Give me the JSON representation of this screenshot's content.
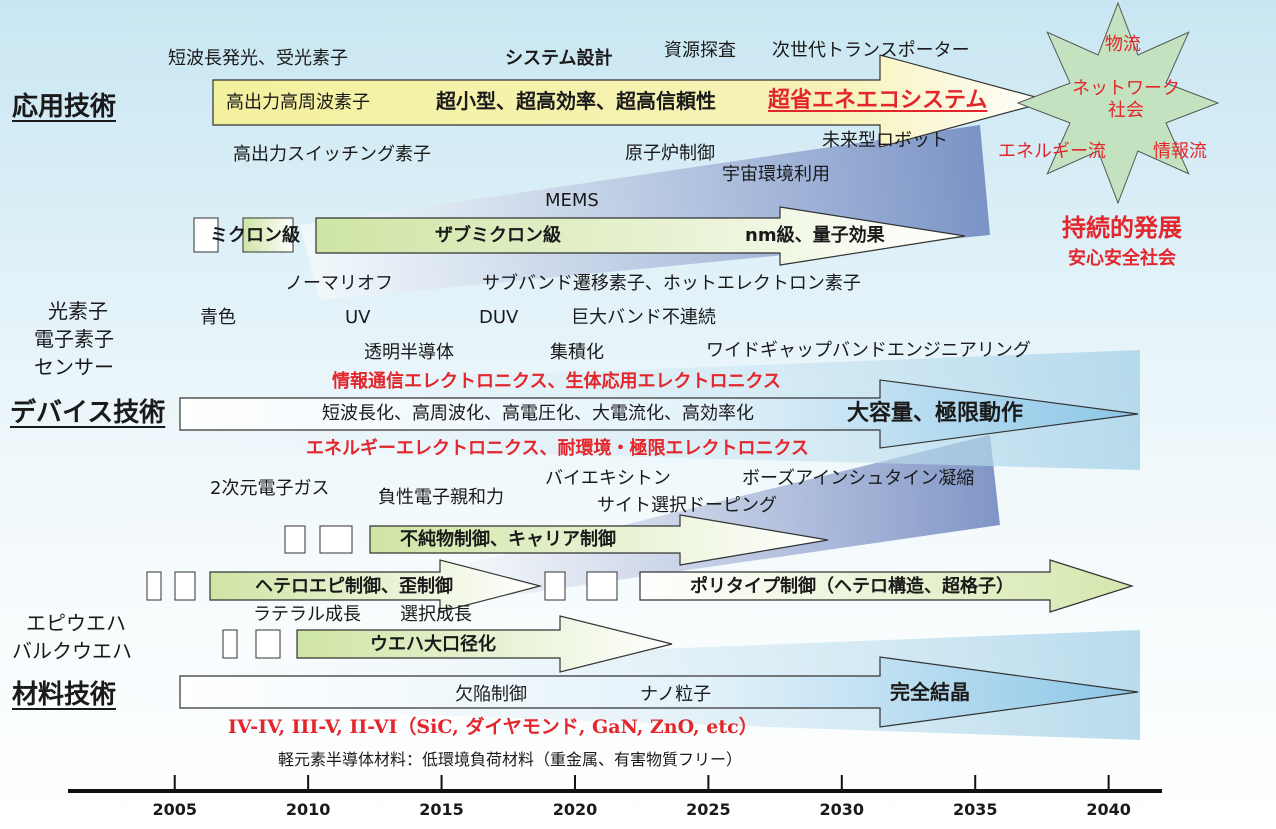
{
  "headings": {
    "application": "応用技術",
    "device": "デバイス技術",
    "material": "材料技術"
  },
  "application": {
    "tags": [
      "短波長発光、受光素子",
      "システム設計",
      "資源探査",
      "次世代トランスポーター",
      "原子炉制御",
      "宇宙環境利用",
      "未来型ロボット",
      "高出力スイッチング素子",
      "MEMS"
    ],
    "arrow_labels": [
      "高出力高周波素子",
      "超小型、超高効率、超高信頼性",
      "超省エネエコシステム"
    ],
    "scale_arrow_labels": [
      "ミクロン級",
      "ザブミクロン級",
      "nm級、量子効果"
    ]
  },
  "star": {
    "top": "物流",
    "center": "ネットワーク\n社会",
    "left": "エネルギー流",
    "right": "情報流"
  },
  "goal": {
    "main": "持続的発展",
    "sub": "安心安全社会"
  },
  "device": {
    "left_labels": [
      "光素子",
      "電子素子",
      "センサー"
    ],
    "tags": [
      "青色",
      "UV",
      "DUV",
      "ノーマリオフ",
      "透明半導体",
      "集積化",
      "サブバンド遷移素子、ホットエレクトロン素子",
      "巨大バンド不連続",
      "ワイドギャップバンドエンジニアリング"
    ],
    "red_top": "情報通信エレクトロニクス、生体応用エレクトロニクス",
    "arrow_labels": [
      "短波長化、高周波化、高電圧化、大電流化、高効率化",
      "大容量、極限動作"
    ],
    "red_bottom": "エネルギーエレクトロニクス、耐環境・極限エレクトロニクス"
  },
  "material": {
    "tags": [
      "2次元電子ガス",
      "負性電子親和力",
      "バイエキシトン",
      "サイト選択ドーピング",
      "ボーズアインシュタイン凝縮",
      "ラテラル成長",
      "選択成長"
    ],
    "arrows": [
      "不純物制御、キャリア制御",
      "ヘテロエピ制御、歪制御",
      "ポリタイプ制御（ヘテロ構造、超格子）",
      "ウエハ大口径化"
    ],
    "left_labels": [
      "エピウエハ",
      "バルクウエハ"
    ],
    "arrow_labels": [
      "欠陥制御",
      "ナノ粒子",
      "完全結晶"
    ],
    "materials_red": "IV-IV, III-V, II-VI（SiC, ダイヤモンド, GaN, ZnO, etc）",
    "light_elements": "軽元素半導体材料：低環境負荷材料（重金属、有害物質フリー）"
  },
  "timeline": {
    "years": [
      "2005",
      "2010",
      "2015",
      "2020",
      "2025",
      "2030",
      "2035",
      "2040"
    ],
    "start": 2001,
    "end": 2042
  },
  "colors": {
    "red": "#e3262b",
    "star": "#c3e2bf",
    "app_arrow": "#f3f19e",
    "device_arrow": "#8cc6e6"
  }
}
